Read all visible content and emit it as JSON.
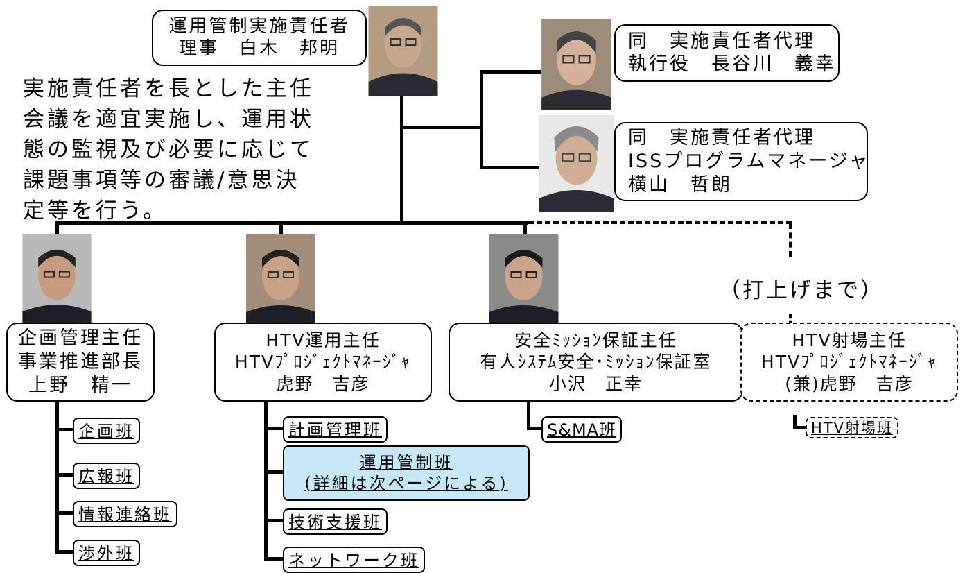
{
  "top": {
    "line1": "運用管制実施責任者",
    "line2": "理事　白木　邦明"
  },
  "deputy1": {
    "line1": "同　実施責任者代理",
    "line2": "執行役　長谷川　義幸"
  },
  "deputy2": {
    "line1": "同　実施責任者代理",
    "line2": "ISSプログラムマネージャ",
    "line3": "横山　哲朗"
  },
  "description": "実施責任者を長とした主任\n会議を適宜実施し、運用状\n態の監視及び必要に応じて\n課題事項等の審議/意思決\n定等を行う。",
  "until_launch": "（打上げまで）",
  "units": [
    {
      "line1": "企画管理主任",
      "line2": "事業推進部長",
      "line3": "上野　精一",
      "teams": [
        "企画班",
        "広報班",
        "情報連絡班",
        "渉外班"
      ]
    },
    {
      "line1": "HTV運用主任",
      "line2": "HTVﾌﾟﾛｼﾞｪｸﾄﾏﾈｰｼﾞｬ",
      "line3": "虎野　吉彦",
      "teams": [
        "計画管理班",
        "運用管制班",
        "(詳細は次ページによる)",
        "技術支援班",
        "ネットワーク班"
      ]
    },
    {
      "line1": "安全ﾐｯｼｮﾝ保証主任",
      "line2": "有人ｼｽﾃﾑ安全･ﾐｯｼｮﾝ保証室",
      "line3": "小沢　正幸",
      "teams": [
        "S&MA班"
      ]
    },
    {
      "line1": "HTV射場主任",
      "line2": "HTVﾌﾟﾛｼﾞｪｸﾄﾏﾈｰｼﾞｬ",
      "line3": "(兼)虎野　吉彦",
      "teams": [
        "HTV射場班"
      ]
    }
  ],
  "colors": {
    "highlight": "#c6e8f8",
    "lines": "#000000"
  }
}
